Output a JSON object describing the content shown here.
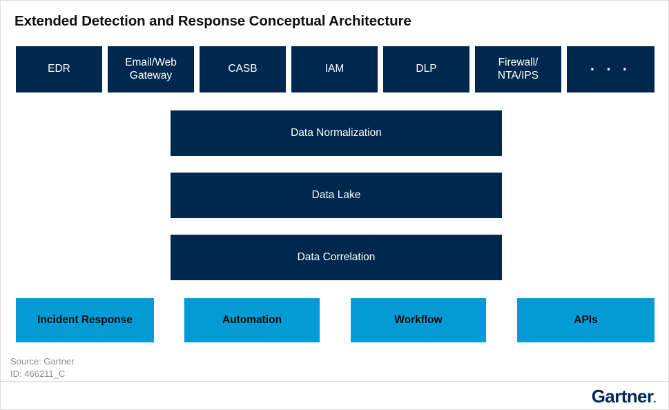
{
  "title": "Extended Detection and Response Conceptual Architecture",
  "sources": [
    {
      "label": "EDR"
    },
    {
      "label": "Email/Web\nGateway"
    },
    {
      "label": "CASB"
    },
    {
      "label": "IAM"
    },
    {
      "label": "DLP"
    },
    {
      "label": "Firewall/\nNTA/IPS"
    },
    {
      "label": "· · ·"
    }
  ],
  "pipeline": [
    {
      "label": "Data Normalization"
    },
    {
      "label": "Data Lake"
    },
    {
      "label": "Data Correlation"
    }
  ],
  "capabilities": [
    {
      "label": "Incident Response"
    },
    {
      "label": "Automation"
    },
    {
      "label": "Workflow"
    },
    {
      "label": "APIs"
    }
  ],
  "footer": {
    "source": "Source: Gartner",
    "id": "ID: 466211_C",
    "logo": "Gartner",
    "logo_tm": "."
  },
  "colors": {
    "navy": "#00274d",
    "cyan": "#029bd6",
    "logo_navy": "#002856",
    "title_text": "#111111",
    "source_text": "#8c8c8c",
    "background": "#ffffff",
    "border": "#d9d9d9"
  }
}
